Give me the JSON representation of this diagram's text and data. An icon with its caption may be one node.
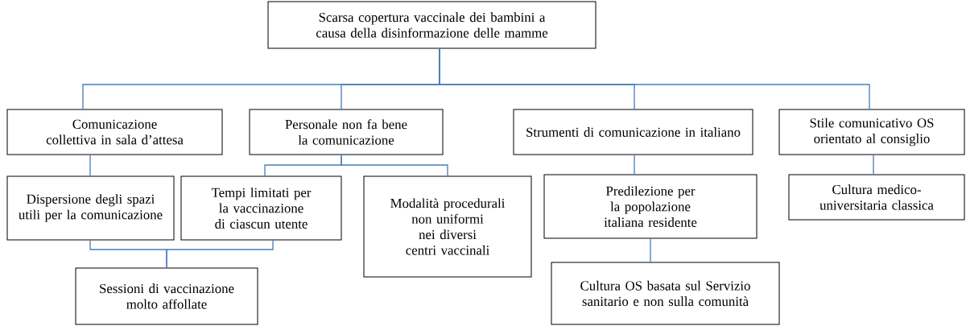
{
  "diagram": {
    "nodes": [
      {
        "text": [
          "Scarsa copertura vaccinale dei bambini a causa della disinformazione delle mamme"
        ]
      },
      {
        "text": [
          "Comunicazione collettiva in sala d’attesa"
        ]
      },
      {
        "text": [
          "Personale non fa bene la comunicazione"
        ]
      },
      {
        "text": [
          "Strumenti di comunicazione in italiano"
        ]
      },
      {
        "text": [
          "Stile comunicativo OS orientato al consiglio"
        ]
      },
      {
        "text": [
          "Dispersione degli spazi utili per la comunicazione"
        ]
      },
      {
        "text": [
          "Tempi limitati per la vaccinazione di ciascun utente"
        ]
      },
      {
        "text": [
          "Modalità procedurali non uniformi nei diversi centri vaccinali"
        ]
      },
      {
        "text": [
          "Predilezione per la popolazione italiana residente"
        ]
      },
      {
        "text": [
          "Cultura medico-universitaria classica"
        ]
      },
      {
        "text": [
          "Sessioni di vaccinazione molto affollate"
        ]
      },
      {
        "text": [
          "Cultura OS basata sul Servizio sanitario e non sulla comunità"
        ]
      }
    ],
    "edges": [
      {
        "from": 0,
        "to": 1,
        "arrow": "none"
      },
      {
        "from": 0,
        "to": 2,
        "arrow": "none"
      },
      {
        "from": 0,
        "to": 3,
        "arrow": "none"
      },
      {
        "from": 0,
        "to": 4,
        "arrow": "none"
      },
      {
        "from": 1,
        "to": 5,
        "arrow": "none"
      },
      {
        "from": 2,
        "to": 6,
        "arrow": "none"
      },
      {
        "from": 2,
        "to": 7,
        "arrow": "none"
      },
      {
        "from": 3,
        "to": 8,
        "arrow": "none"
      },
      {
        "from": 4,
        "to": 9,
        "arrow": "none"
      },
      {
        "from": 5,
        "to": 10,
        "arrow": "none"
      },
      {
        "from": 6,
        "to": 10,
        "arrow": "none"
      },
      {
        "from": 8,
        "to": 11,
        "arrow": "none"
      }
    ]
  }
}
